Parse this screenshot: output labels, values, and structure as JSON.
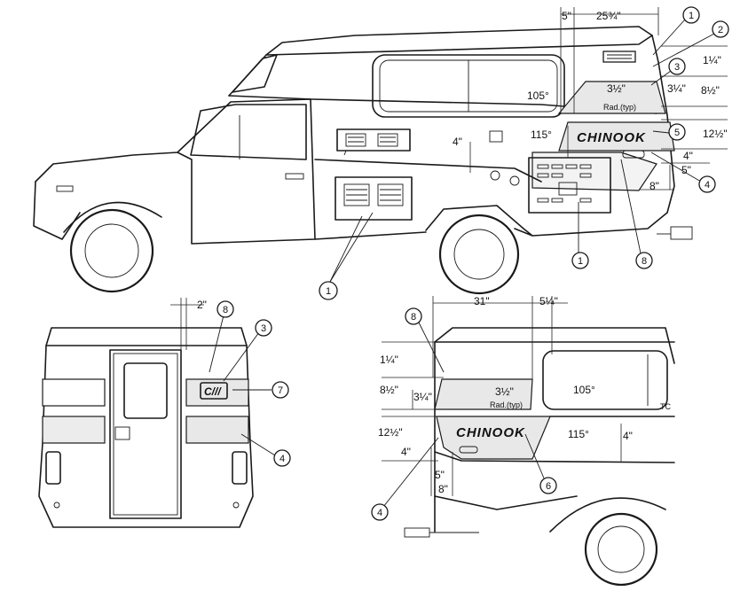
{
  "brand_logo": "CHINOOK",
  "callouts": {
    "c1": "1",
    "c2": "2",
    "c3": "3",
    "c4": "4",
    "c5": "5",
    "c6": "6",
    "c7": "7",
    "c8": "8"
  },
  "side_view": {
    "dim_top_5": "5\"",
    "dim_top_25": "25¾\"",
    "dim_1_1_4": "1¼\"",
    "dim_8_1_2": "8½\"",
    "dim_3_1_4": "3¼\"",
    "dim_12_1_2": "12½\"",
    "dim_4_right": "4\"",
    "dim_5_right": "5\"",
    "dim_8_right": "8\"",
    "dim_4_left": "4\"",
    "angle_105": "105°",
    "angle_115": "115°",
    "rad_value": "3½\"",
    "rad_note": "Rad.(typ)"
  },
  "rear_view": {
    "dim_2": "2\""
  },
  "detail_view": {
    "dim_31": "31\"",
    "dim_5_1_4": "5¼\"",
    "dim_1_1_4": "1¼\"",
    "dim_8_1_2": "8½\"",
    "dim_3_1_4": "3¼\"",
    "dim_12_1_2": "12½\"",
    "dim_4_left": "4\"",
    "dim_4_right": "4\"",
    "dim_5": "5\"",
    "dim_8": "8\"",
    "angle_105": "105°",
    "angle_115": "115°",
    "rad_value": "3½\"",
    "rad_note": "Rad.(typ)",
    "tc_mark": "TC"
  }
}
